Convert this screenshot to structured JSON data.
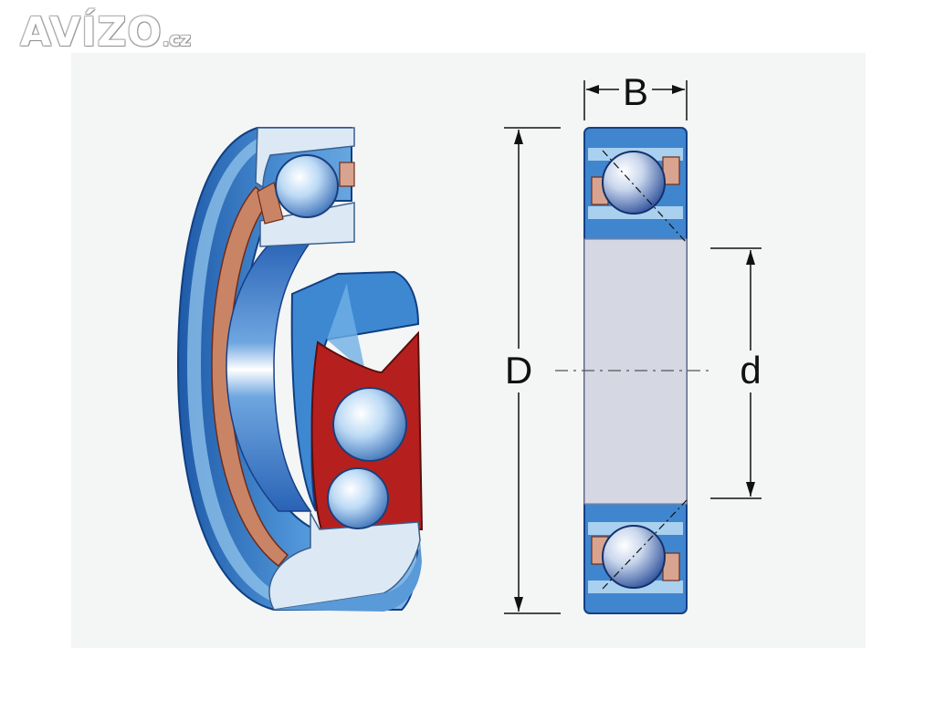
{
  "watermark": {
    "name": "AVÍZO",
    "tld": ".cz"
  },
  "labels": {
    "width": "B",
    "outer_diameter": "D",
    "bore": "d"
  },
  "colors": {
    "ring_blue": "#3f86cf",
    "ring_light": "#a9d0ef",
    "cage_red": "#b5201e",
    "cage_copper": "#d9a48f",
    "bore_grey": "#d5d7e3",
    "ball": "#9ec7ee"
  },
  "icons": [
    "ball-bearing-cutaway",
    "ball-bearing-cross-section"
  ]
}
